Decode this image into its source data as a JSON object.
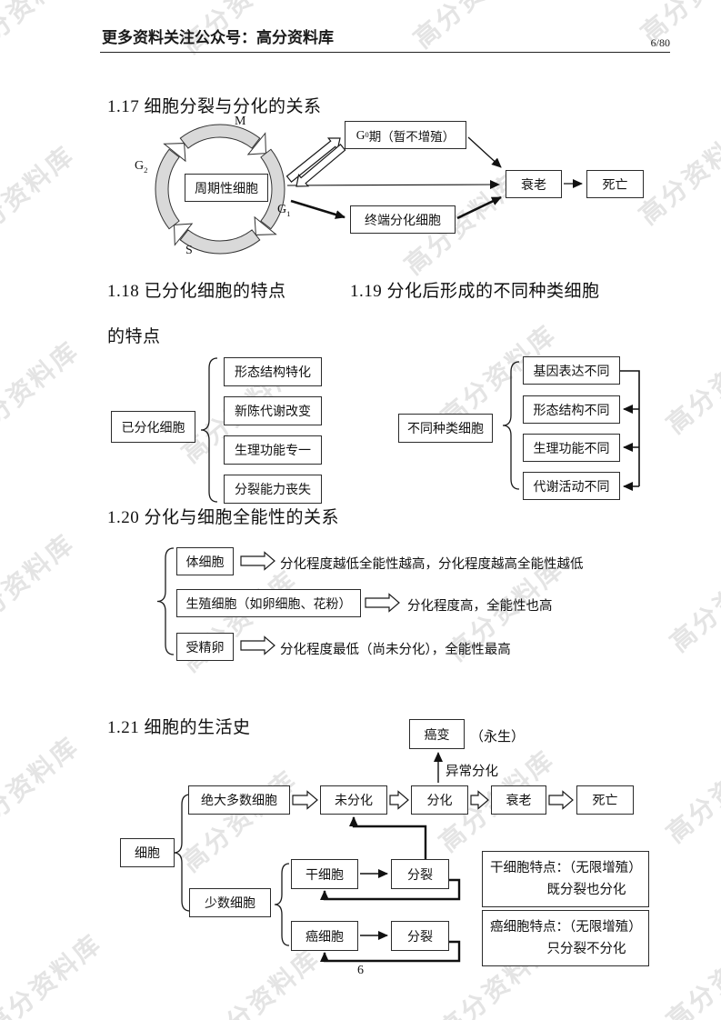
{
  "header": {
    "title": "更多资料关注公众号：高分资料库",
    "pages": "6/80"
  },
  "watermark": {
    "text": "高分资料库"
  },
  "footer": {
    "page": "6"
  },
  "s17": {
    "title": "1.17 细胞分裂与分化的关系",
    "cycle_label": "周期性细胞",
    "m": "M",
    "s": "S",
    "g2": {
      "base": "G",
      "sub": "2"
    },
    "g1": {
      "base": "G",
      "sub": "1"
    },
    "g0": {
      "base": "G",
      "sub": "0",
      "rest": " 期（暂不增殖）"
    },
    "senescence": "衰老",
    "death": "死亡",
    "terminal": "终端分化细胞"
  },
  "s18": {
    "title": "1.18 已分化细胞的特点",
    "title2": "的特点",
    "root": "已分化细胞",
    "items": [
      "形态结构特化",
      "新陈代谢改变",
      "生理功能专一",
      "分裂能力丧失"
    ]
  },
  "s19": {
    "title": "1.19 分化后形成的不同种类细胞",
    "root": "不同种类细胞",
    "items": [
      "基因表达不同",
      "形态结构不同",
      "生理功能不同",
      "代谢活动不同"
    ]
  },
  "s20": {
    "title": "1.20 分化与细胞全能性的关系",
    "rows": [
      {
        "box": "体细胞",
        "desc": "分化程度越低全能性越高，分化程度越高全能性越低"
      },
      {
        "box": "生殖细胞（如卵细胞、花粉）",
        "desc": "分化程度高，全能性也高"
      },
      {
        "box": "受精卵",
        "desc": "分化程度最低（尚未分化），全能性最高"
      }
    ]
  },
  "s21": {
    "title": "1.21 细胞的生活史",
    "cancer_box": "癌变",
    "immortal": "（永生）",
    "abnormal": "异常分化",
    "chain": [
      "绝大多数细胞",
      "未分化",
      "分化",
      "衰老",
      "死亡"
    ],
    "cell": "细胞",
    "minority": "少数细胞",
    "stem": "干细胞",
    "stem_divide": "分裂",
    "cancer_cell": "癌细胞",
    "cancer_divide": "分裂",
    "note_stem_l1": "干细胞特点：（无限增殖）",
    "note_stem_l2": "既分裂也分化",
    "note_cancer_l1": "癌细胞特点：（无限增殖）",
    "note_cancer_l2": "只分裂不分化"
  }
}
